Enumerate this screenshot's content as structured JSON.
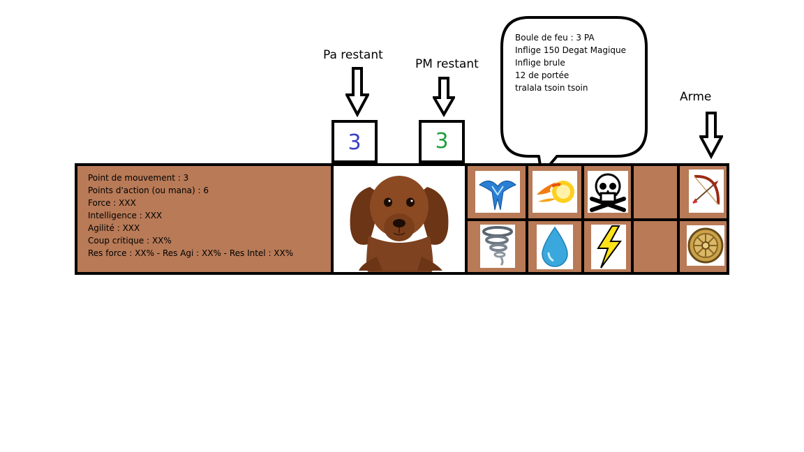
{
  "labels": {
    "pa_restant": "Pa restant",
    "pm_restant": "PM restant",
    "arme": "Arme"
  },
  "counters": {
    "pa": "3",
    "pm": "3",
    "pa_color": "#3b3fc6",
    "pm_color": "#1f9e3a"
  },
  "stats": [
    "Point de mouvement : 3",
    "Points d'action (ou mana) : 6",
    "Force : XXX",
    "Intelligence : XXX",
    "Agilité : XXX",
    "Coup critique : XX%",
    "Res force : XX% - Res Agi : XX% - Res Intel : XX%"
  ],
  "tooltip": [
    "Boule de feu : 3 PA",
    "Inflige 150 Degat Magique",
    "Inflige brule",
    "12 de portée",
    "tralala tsoin tsoin"
  ],
  "spells": {
    "row1": [
      "ice-spell-icon",
      "fireball-icon",
      "skull-crossbones-icon"
    ],
    "row2": [
      "tornado-icon",
      "water-drop-icon",
      "lightning-icon"
    ]
  },
  "weapons": [
    "bow-arrow-icon",
    "round-shield-icon"
  ],
  "colors": {
    "panel": "#b87a57",
    "border": "#000000"
  }
}
